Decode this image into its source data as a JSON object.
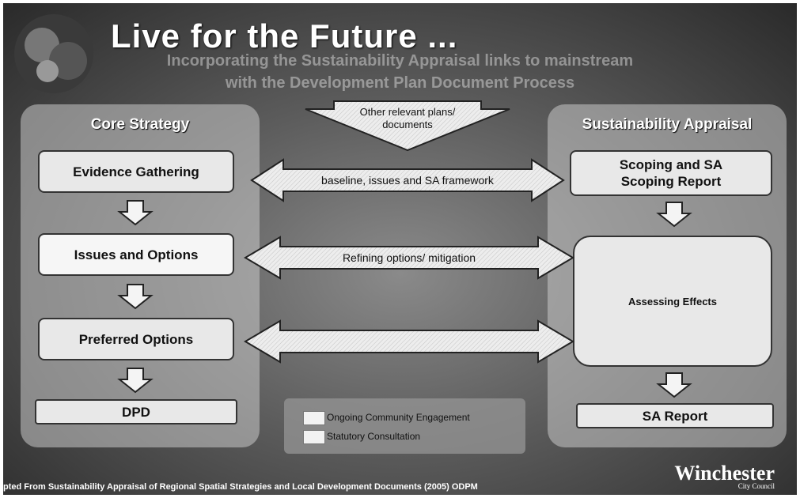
{
  "slide": {
    "title": "Live for the Future ...",
    "subtitle_line1": "Incorporating the Sustainability Appraisal links to mainstream",
    "subtitle_line2": "with the Development Plan Document Process"
  },
  "left_panel": {
    "title": "Core Strategy",
    "boxes": [
      "Evidence Gathering",
      "Issues and Options",
      "Preferred Options",
      "DPD"
    ]
  },
  "right_panel": {
    "title": "Sustainability Appraisal",
    "boxes": [
      "Scoping and SA\nScoping Report",
      "Assessing Effects",
      "SA Report"
    ]
  },
  "center": {
    "top_arrow_label_line1": "Other relevant plans/",
    "top_arrow_label_line2": "documents",
    "link1_label": "baseline, issues and SA framework",
    "link2_label": "Refining options/ mitigation",
    "link3_label": ""
  },
  "legend": {
    "items": [
      "Ongoing Community Engagement",
      "Statutory Consultation"
    ]
  },
  "footer": {
    "source": "pted From Sustainability Appraisal of Regional Spatial Strategies and Local Development Documents (2005) ODPM",
    "logo_name": "Winchester",
    "logo_sub": "City Council"
  },
  "colors": {
    "box_fill": "#e8e8e8",
    "panel_fill": "#c8c8c8",
    "text_light": "#ffffff",
    "outline": "#333333"
  }
}
